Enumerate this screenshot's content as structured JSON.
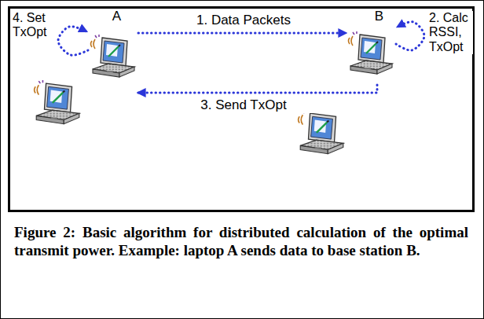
{
  "diagram": {
    "caption": "Figure 2: Basic algorithm for distributed calculation of the optimal transmit power. Example: laptop A sends data to base station B.",
    "nodes": [
      {
        "text": [
          "A"
        ]
      },
      {
        "text": [
          "B"
        ]
      }
    ],
    "edges": [
      {
        "from": 0,
        "to": 1,
        "label": "1. Data Packets",
        "arrow": "to"
      },
      {
        "from": 1,
        "to": 1,
        "label": "2. Calc RSSI, TxOpt",
        "arrow": "to"
      },
      {
        "from": 1,
        "to": 0,
        "label": "3. Send TxOpt",
        "arrow": "to"
      },
      {
        "from": 0,
        "to": 0,
        "label": "4. Set TxOpt",
        "arrow": "to"
      }
    ]
  }
}
